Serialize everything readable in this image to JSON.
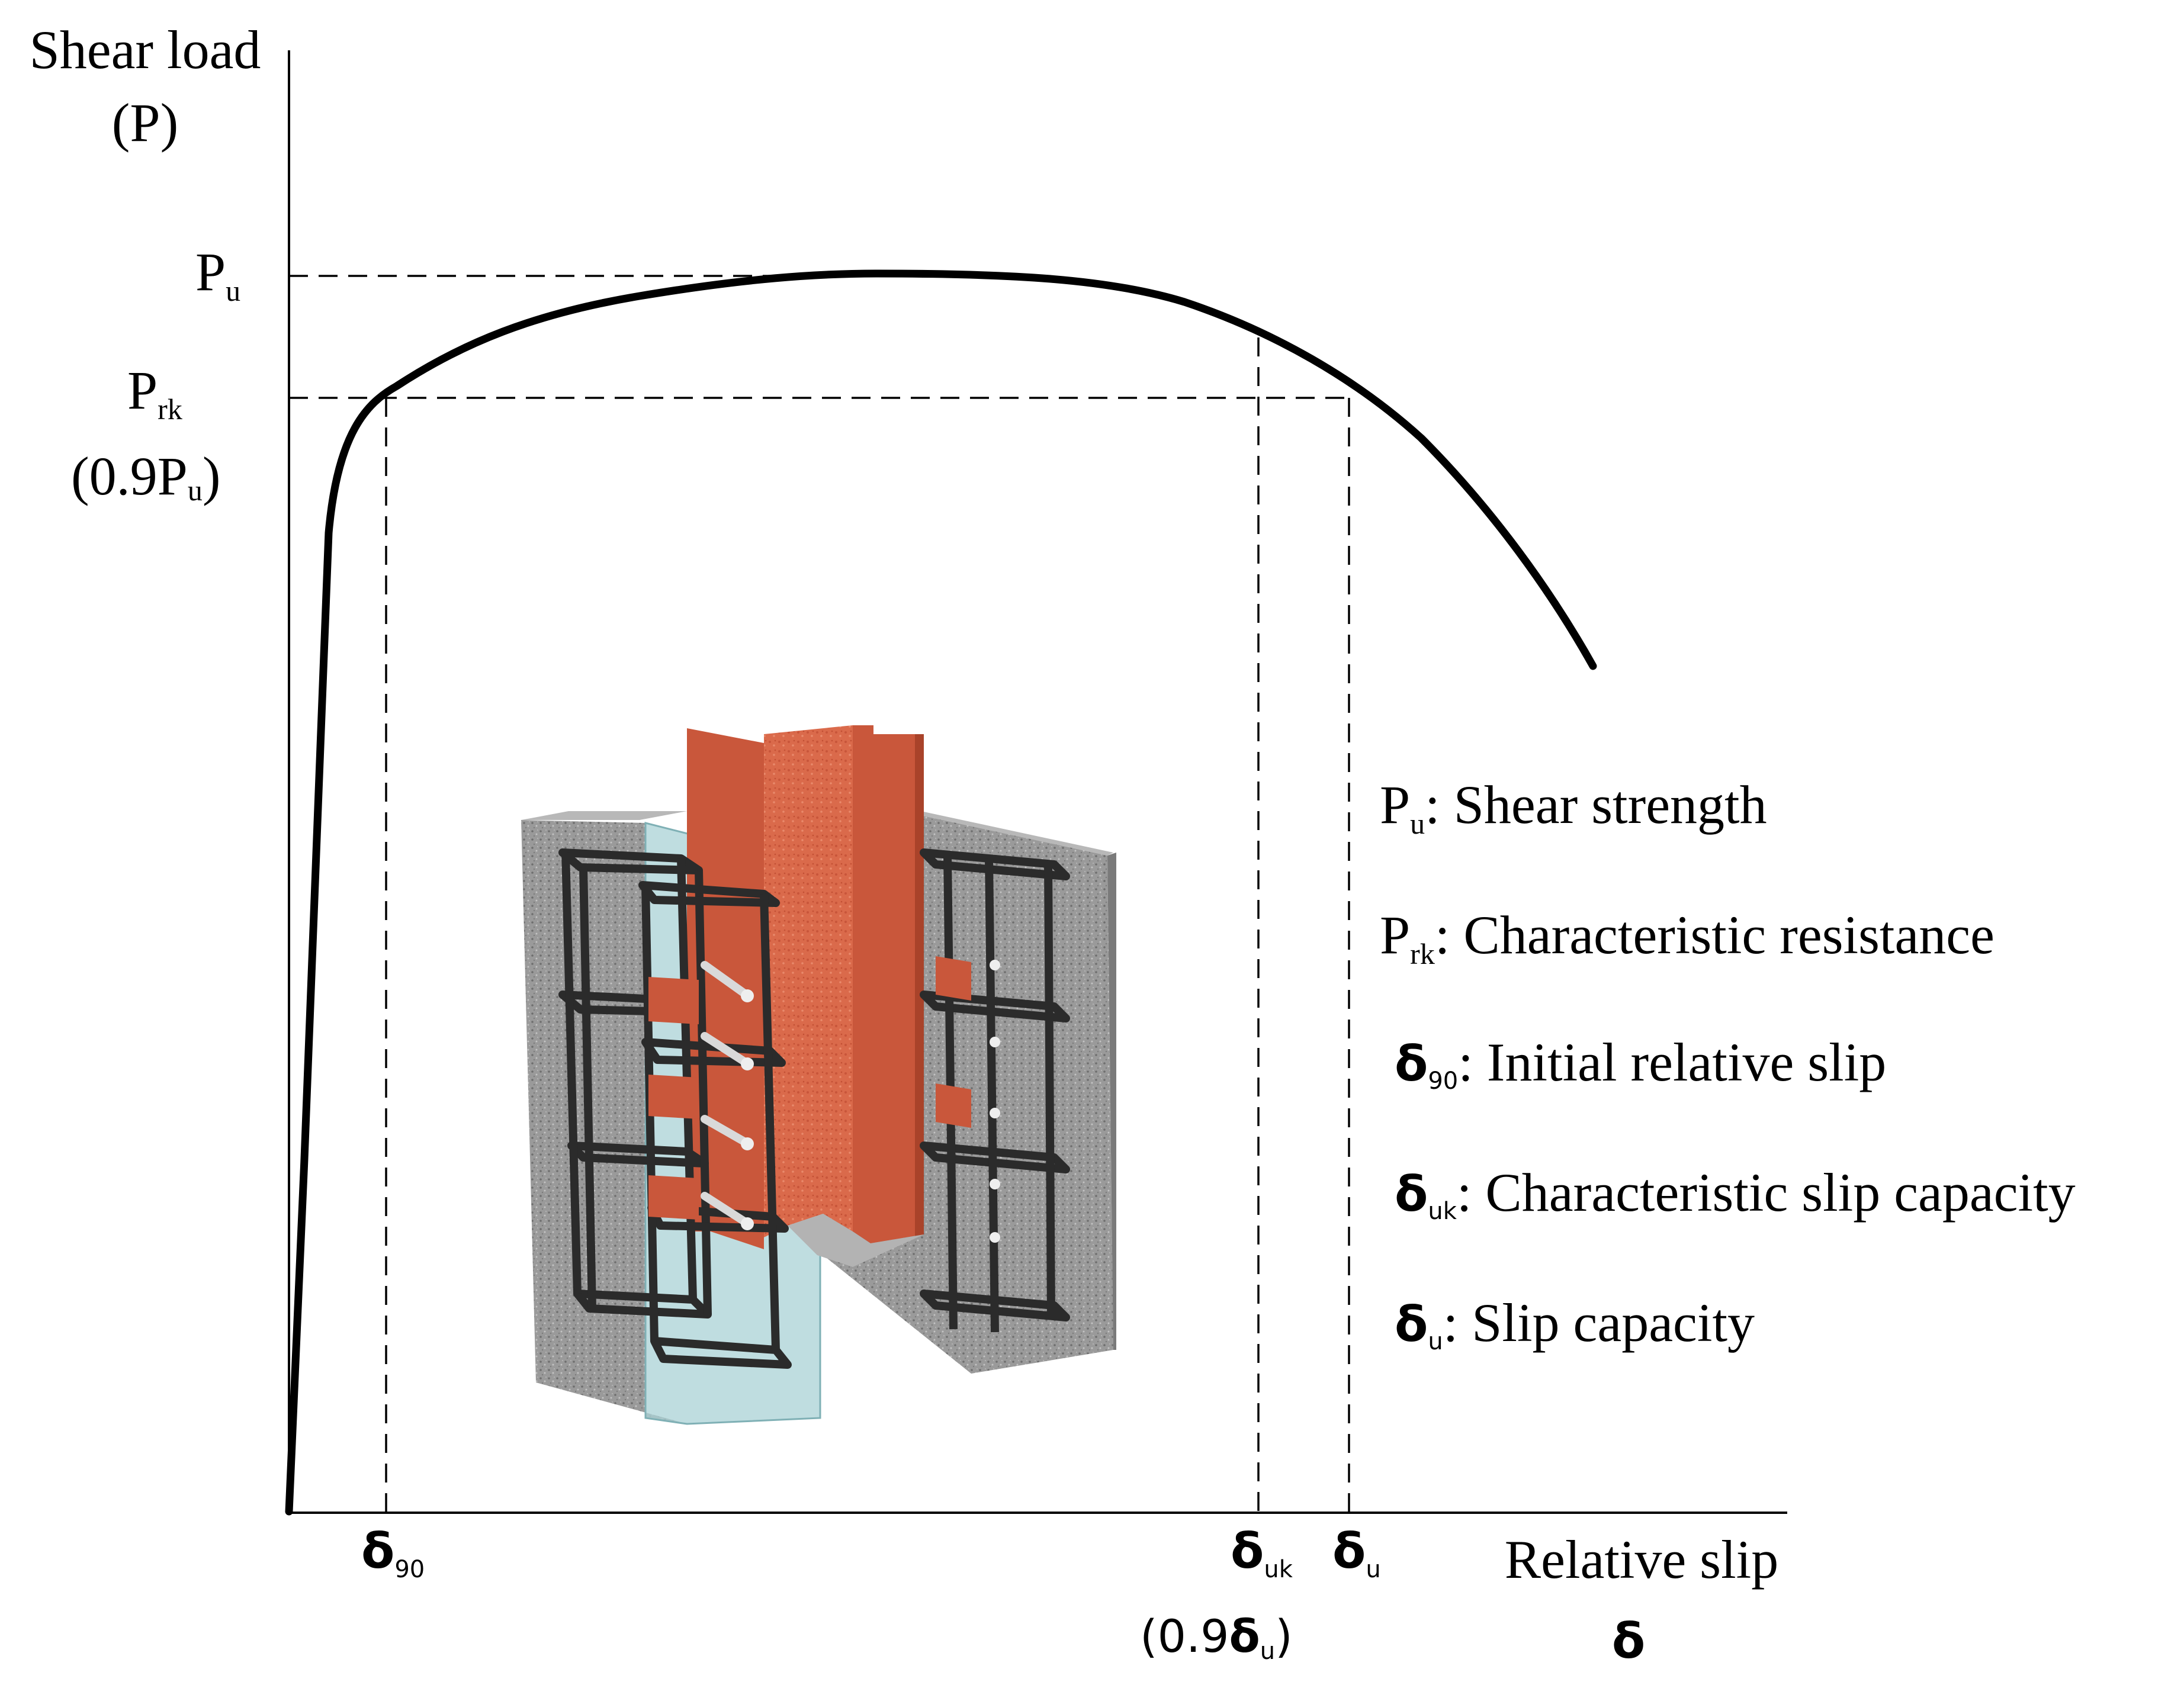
{
  "axes": {
    "y_label_line1": "Shear load",
    "y_label_line2": "(P)",
    "x_label_line1": "Relative slip",
    "x_label_line2": "δ"
  },
  "y_ticks": {
    "pu": {
      "main": "P",
      "sub": "u"
    },
    "prk": {
      "main": "P",
      "sub": "rk"
    },
    "prk_note": {
      "open": "(0.9P",
      "sub": "u",
      "close": ")"
    }
  },
  "x_ticks": {
    "d90": {
      "main": "δ",
      "sub": "90"
    },
    "duk": {
      "main": "δ",
      "sub": "uk"
    },
    "duk_note": {
      "open": "(0.9",
      "main": "δ",
      "sub": "u",
      "close": ")"
    },
    "du": {
      "main": "δ",
      "sub": "u"
    }
  },
  "legend": [
    {
      "symbol": "P",
      "sub": "u",
      "text": ": Shear strength"
    },
    {
      "symbol": "P",
      "sub": "rk",
      "text": ": Characteristic resistance"
    },
    {
      "symbol": "δ",
      "sub": "90",
      "text": ": Initial relative slip"
    },
    {
      "symbol": "δ",
      "sub": "uk",
      "text": ": Characteristic slip capacity"
    },
    {
      "symbol": "δ",
      "sub": "u",
      "text": ": Slip capacity"
    }
  ],
  "colors": {
    "curve": "#000000",
    "steel": "#d9684a",
    "steel_dark": "#b9492f",
    "concrete": "#9a9a9a",
    "concrete_dark": "#7a7a7a",
    "rebar": "#2b2b2b",
    "glass": "#a9d2d6"
  }
}
